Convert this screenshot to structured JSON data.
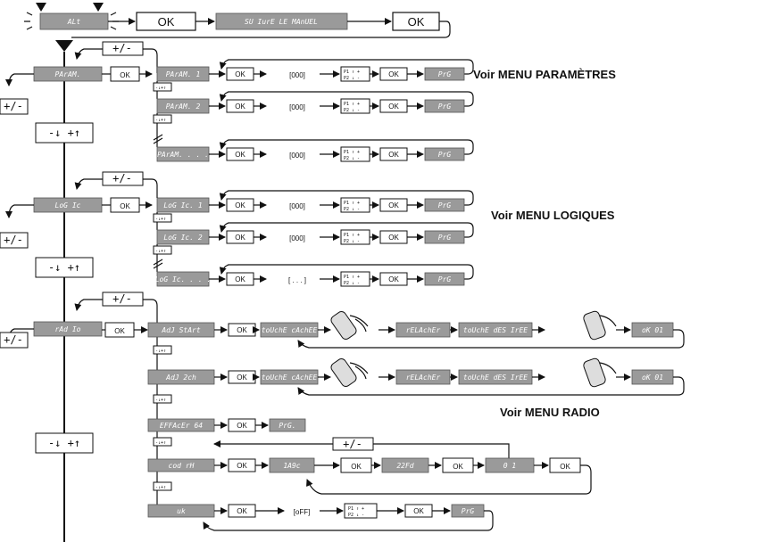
{
  "top": {
    "alt": "ALt",
    "ok1": "OK",
    "manual": "SU IurE LE MAnUEL",
    "ok2": "OK"
  },
  "menus": [
    {
      "name": "PArAM.",
      "plusminus": "+/-",
      "updown": "-↓ +↑",
      "items": [
        "PArAM. 1",
        "PArAM. 2",
        "PArAM. . . ."
      ],
      "values": [
        "[000]",
        "[000]",
        "[000]"
      ],
      "note": "Voir MENU PARAMÈTRES"
    },
    {
      "name": "LoG Ic",
      "plusminus": "+/-",
      "updown": "-↓ +↑",
      "items": [
        "LoG Ic. 1",
        "LoG Ic. 2",
        "LoG Ic. . . ."
      ],
      "values": [
        "[000]",
        "[000]",
        "[ . . . ]"
      ],
      "note": "Voir MENU LOGIQUES"
    },
    {
      "name": "rAd Io",
      "plusminus": "+/-",
      "updown": "-↓ +↑",
      "items": [
        "AdJ StArt",
        "AdJ 2ch",
        "EFFAcEr 64",
        "cod rH",
        "uk"
      ],
      "note": "Voir MENU RADIO"
    }
  ],
  "radio": {
    "touche_cachee": "toUchE cAchEE",
    "relacher": "rELAchEr",
    "touche_desiree": "toUchE dES IrEE",
    "ok01": "oK 01",
    "prg_dot": "PrG.",
    "code_a": "1A9c",
    "code_b": "22Fd",
    "code_c": "0 1",
    "off": "[oFF]"
  },
  "labels": {
    "ok": "OK",
    "prg": "PrG",
    "plusminus": "+/-",
    "updown_small": "-↓+↑",
    "p1": "P1 ↑ +",
    "p2": "P2 ↓ -"
  }
}
